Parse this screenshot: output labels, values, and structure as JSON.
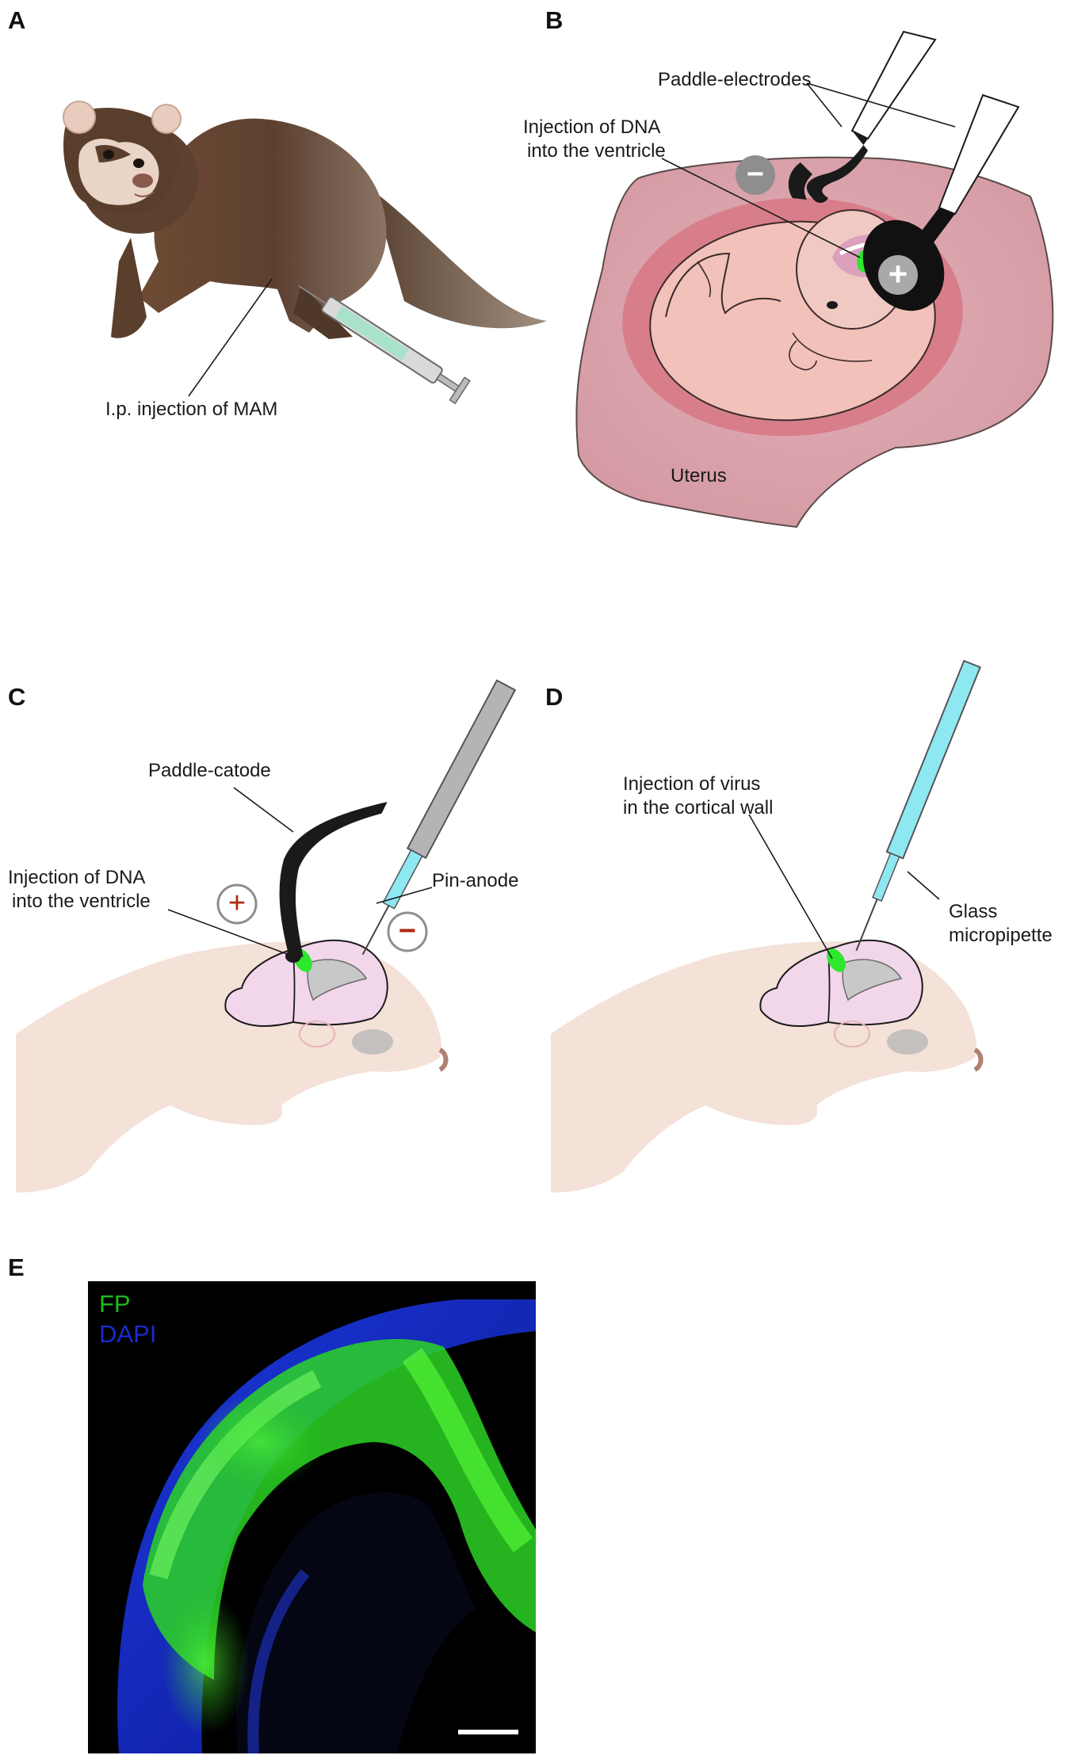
{
  "panels": {
    "a": {
      "letter": "A",
      "label": "I.p. injection of MAM"
    },
    "b": {
      "letter": "B",
      "paddle_label": "Paddle-electrodes",
      "injection_line1": "Injection of DNA",
      "injection_line2": "into the ventricle",
      "uterus_label": "Uterus",
      "minus_sign": "−",
      "plus_sign": "+"
    },
    "c": {
      "letter": "C",
      "paddle_label": "Paddle-catode",
      "injection_line1": "Injection of DNA",
      "injection_line2": "into the ventricle",
      "pin_label": "Pin-anode",
      "plus_sign": "+",
      "minus_sign": "−"
    },
    "d": {
      "letter": "D",
      "injection_line1": "Injection of virus",
      "injection_line2": "in the cortical wall",
      "pipette_line1": "Glass",
      "pipette_line2": "micropipette"
    },
    "e": {
      "letter": "E",
      "label_fp": "FP",
      "label_dapi": "DAPI"
    }
  },
  "colors": {
    "ferret_body": "#6b4a34",
    "uterus": "#d9a3ab",
    "embryo": "#f2c3bb",
    "brain": "#f2d6ea",
    "gfp": "#2ee82e",
    "dapi": "#1a2ccc",
    "sign_red": "#b02a10",
    "pipette": "#8ee8f2"
  }
}
